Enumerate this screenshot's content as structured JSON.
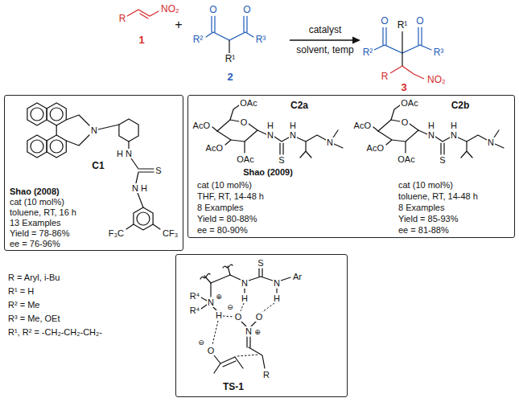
{
  "diagram": {
    "nodes": [
      {
        "text": [
          "N",
          "H",
          "N",
          "S",
          "N",
          "H",
          "C1",
          "CF₃",
          "F₃C",
          "Shao (2008)",
          "cat (10 mol%)",
          "toluene, RT, 16 h",
          "13 Examples",
          "Yield = 78-86%",
          "ee = 76-96%"
        ]
      },
      {
        "text": [
          "C2a",
          "OAc",
          "AcO",
          "AcO",
          "O",
          "OAc",
          "H",
          "N",
          "S",
          "H",
          "N",
          "N",
          "Shao (2009)",
          "C2b",
          "OAc",
          "AcO",
          "AcO",
          "O",
          "OAc",
          "H",
          "N",
          "S",
          "H",
          "N",
          "N",
          "cat (10 mol%)",
          "THF, RT, 14-48 h",
          "8 Examples",
          "Yield = 80-88%",
          "ee = 80-90%",
          "cat (10 mol%)",
          "toluene, RT, 14-48 h",
          "8 Examples",
          "Yield = 85-93%",
          "ee = 81-88%"
        ]
      },
      {
        "text": [
          "S",
          "N",
          "H",
          "N",
          "H",
          "Ar",
          "R⁴",
          "N",
          "⊕",
          "R⁴",
          "H",
          "O",
          "⊖",
          "O",
          "N",
          "⊕",
          "O",
          "⊖",
          "R",
          "TS-1"
        ]
      }
    ],
    "labels": [
      "R",
      "NO₂",
      "1",
      "+",
      "O",
      "O",
      "R²",
      "R³",
      "R¹",
      "2",
      "catalyst",
      "solvent, temp",
      "O",
      "R¹",
      "O",
      "R²",
      "R³",
      "R",
      "NO₂",
      "3",
      "R = Aryl, i-Bu",
      "R¹ = H",
      "R² = Me",
      "R³ = Me, OEt",
      "R¹, R² = -CH₂-CH₂-CH₂-"
    ]
  }
}
